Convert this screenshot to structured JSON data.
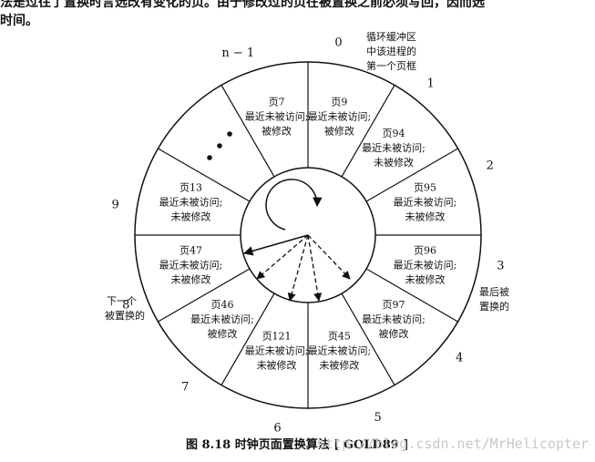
{
  "top_text": {
    "line1": "法是过往了置换时言选改有变化的页。由于修改过的页在被置换之前必须写回，因而选",
    "line2": "时间。"
  },
  "buffer_note": [
    "循环缓冲区",
    "中该进程的",
    "第一个页框"
  ],
  "last_replaced_note": [
    "最后被",
    "置换的"
  ],
  "next_replaced_note": [
    "下一个",
    "被置换的"
  ],
  "frames": [
    {
      "num": "0",
      "page": "页9",
      "line1": "最近未被访问;",
      "line2": "被修改"
    },
    {
      "num": "1",
      "page": "页94",
      "line1": "最近未被访问;",
      "line2": "未被修改"
    },
    {
      "num": "2",
      "page": "页95",
      "line1": "最近未被访问;",
      "line2": "未被修改"
    },
    {
      "num": "3",
      "page": "页96",
      "line1": "最近未被访问;",
      "line2": "未被修改"
    },
    {
      "num": "4",
      "page": "页97",
      "line1": "最近未被访问;",
      "line2": "被修改"
    },
    {
      "num": "5",
      "page": "页45",
      "line1": "最近未被访问;",
      "line2": "未被修改"
    },
    {
      "num": "6",
      "page": "页121",
      "line1": "最近未被访问;",
      "line2": "未被修改"
    },
    {
      "num": "7",
      "page": "页46",
      "line1": "最近未被访问;",
      "line2": "被修改"
    },
    {
      "num": "8",
      "page": "页47",
      "line1": "最近未被访问;",
      "line2": "未被修改"
    },
    {
      "num": "9",
      "page": "页13",
      "line1": "最近未被访问;",
      "line2": "未被修改"
    },
    {
      "num": "",
      "page": "",
      "line1": "",
      "line2": ""
    },
    {
      "num": "n − 1",
      "page": "页7",
      "line1": "最近未被访问;",
      "line2": "被修改"
    }
  ],
  "caption": "图 8.18   时钟页面置换算法 [ GOLD89 ]",
  "watermark": "http://blog.csdn.net/MrHelicopter",
  "colors": {
    "stroke": "#111111",
    "background": "#ffffff",
    "watermark": "#c8c8c8"
  }
}
